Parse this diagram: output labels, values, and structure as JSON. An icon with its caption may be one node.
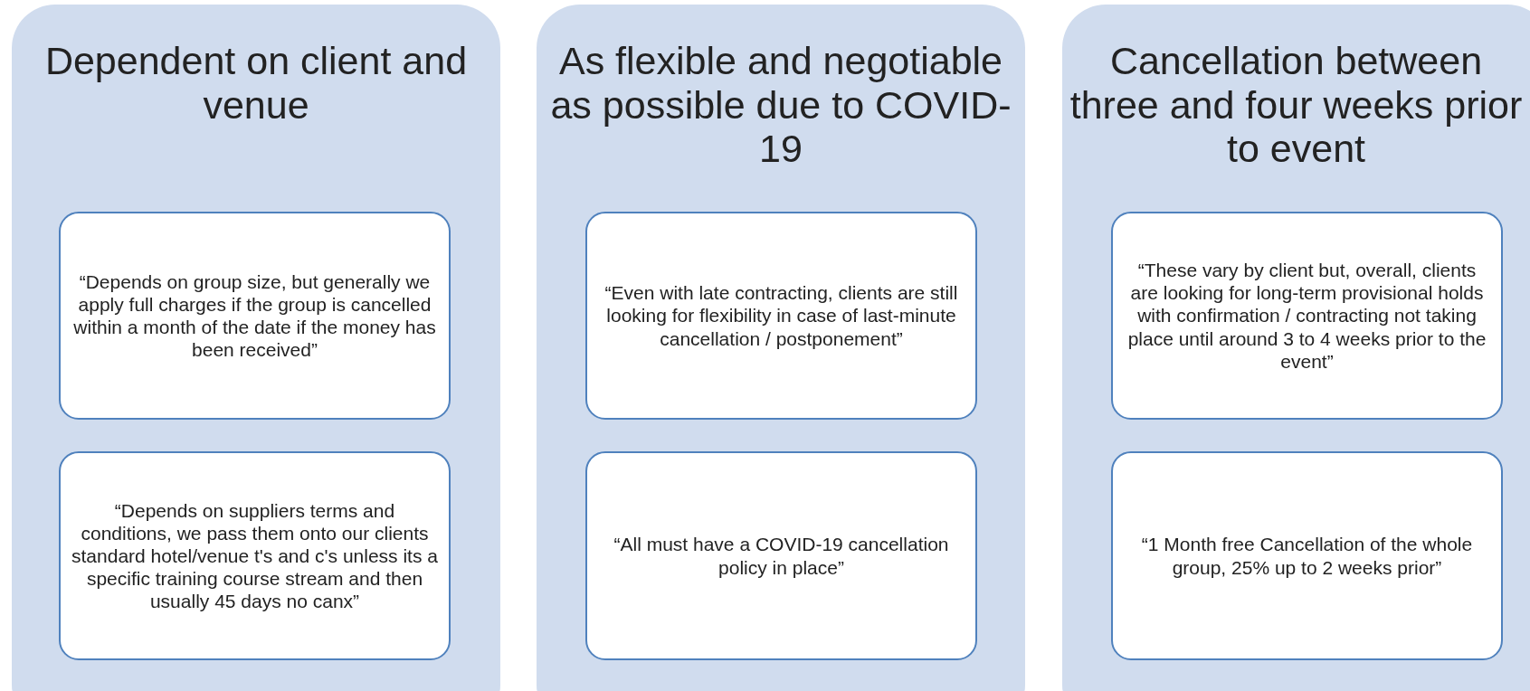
{
  "diagram": {
    "nodes": [
      {
        "text": [
          "Dependent on client and venue"
        ]
      },
      {
        "text": [
          "“Depends on group size, but generally we apply full charges if the group is cancelled within a month of the date if the money has been received”"
        ],
        "in": 0
      },
      {
        "text": [
          "“Depends on suppliers terms and conditions, we pass them onto our clients standard hotel/venue t's and c's unless its a specific training course stream and then usually 45 days no canx”"
        ],
        "in": 0
      },
      {
        "text": [
          "As flexible and negotiable as possible due to COVID-19"
        ]
      },
      {
        "text": [
          "“Even with late contracting, clients are still looking for flexibility in case of last-minute cancellation / postponement”"
        ],
        "in": 3
      },
      {
        "text": [
          "“All must have a COVID-19 cancellation policy in place”"
        ],
        "in": 3
      },
      {
        "text": [
          "Cancellation between three and four weeks prior to event"
        ]
      },
      {
        "text": [
          "“These vary by client but, overall, clients are looking for long-term provisional holds with confirmation / contracting not taking place until around 3 to 4 weeks prior to the event”"
        ],
        "in": 6
      },
      {
        "text": [
          "“1 Month free Cancellation of the whole group, 25% up to 2 weeks prior”"
        ],
        "in": 6
      }
    ]
  }
}
